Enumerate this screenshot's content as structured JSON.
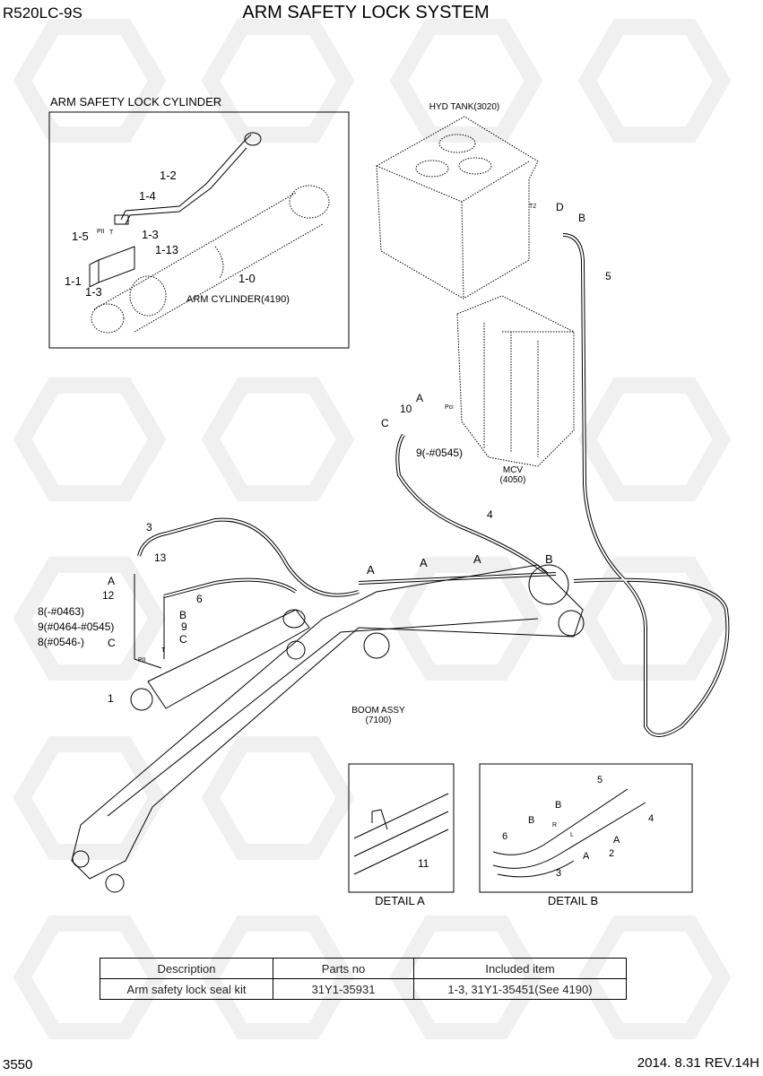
{
  "header": {
    "model": "R520LC-9S",
    "title": "ARM SAFETY LOCK SYSTEM"
  },
  "inset": {
    "title": "ARM SAFETY LOCK CYLINDER",
    "labels": [
      "1-2",
      "1-4",
      "1-5",
      "1-3",
      "1-13",
      "1-1",
      "1-3",
      "1-0",
      "ARM CYLINDER(4190)",
      "PII",
      "T"
    ]
  },
  "main": {
    "hyd_tank": "HYD TANK(3020)",
    "tank_labels": [
      "T2",
      "D",
      "B",
      "5"
    ],
    "mcv": [
      "MCV",
      "(4050)"
    ],
    "mcv_labels": [
      "A",
      "10",
      "Pci",
      "C",
      "9(-#0545)",
      "4"
    ],
    "boom": [
      "BOOM ASSY",
      "(7100)"
    ],
    "boom_labels": [
      "A",
      "A",
      "A",
      "B"
    ],
    "arm_labels": [
      "3",
      "A",
      "13",
      "12",
      "6",
      "8(-#0463)",
      "9(#0464-#0545)",
      "8(#0546-)",
      "C",
      "B",
      "9",
      "C",
      "PII",
      "T",
      "1"
    ]
  },
  "detail_a": {
    "title": "DETAIL  A",
    "labels": [
      "11"
    ]
  },
  "detail_b": {
    "title": "DETAIL  B",
    "labels": [
      "5",
      "B",
      "B",
      "R",
      "L",
      "6",
      "A",
      "4",
      "A",
      "2",
      "3"
    ]
  },
  "table": {
    "headers": [
      "Description",
      "Parts no",
      "Included item"
    ],
    "rows": [
      [
        "Arm safety lock seal kit",
        "31Y1-35931",
        "1-3, 31Y1-35451(See 4190)"
      ]
    ]
  },
  "footer": {
    "page": "3550",
    "revision": "2014. 8.31  REV.14H"
  }
}
